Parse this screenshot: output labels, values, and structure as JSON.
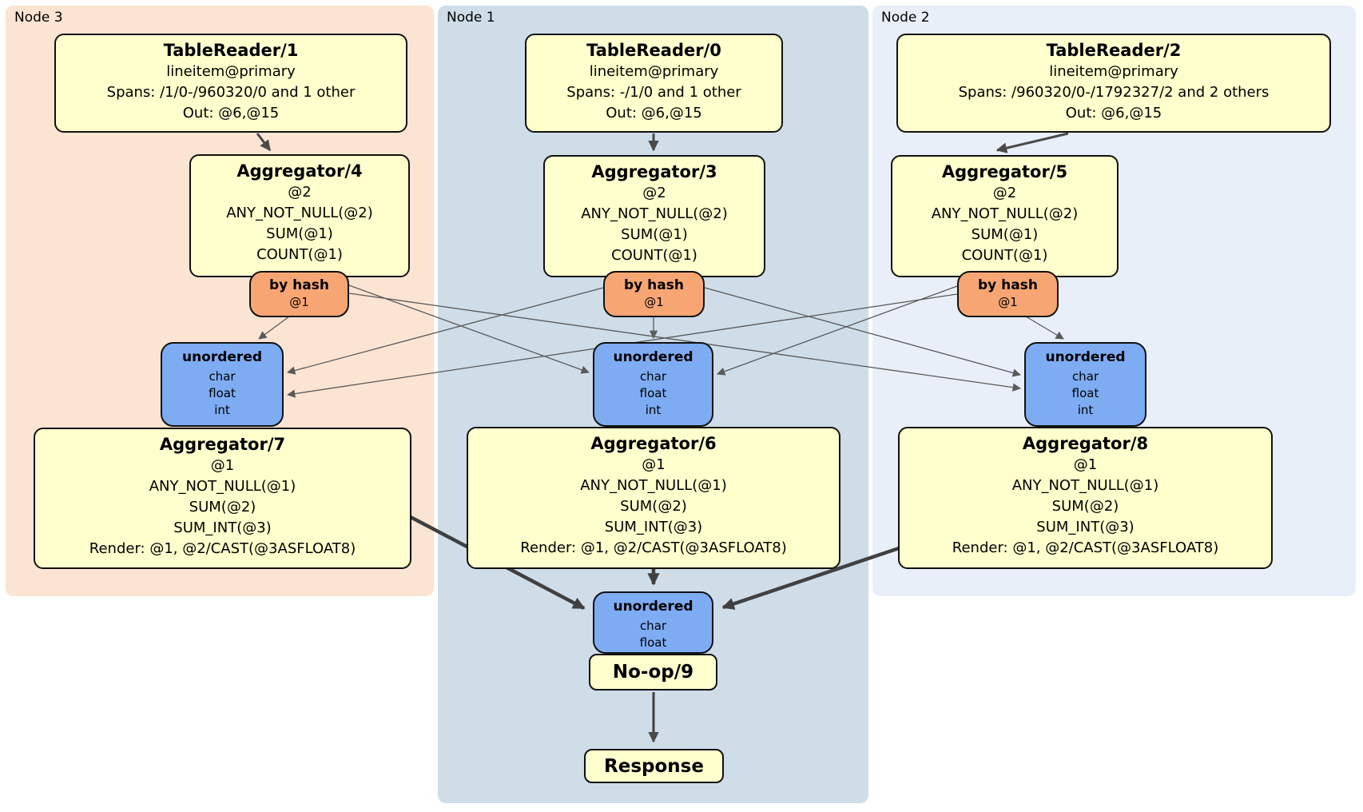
{
  "palette": {
    "node3_bg": "#fce4d3",
    "node1_bg": "#cedde8",
    "node2_bg": "#e9eff8",
    "processor_bg": "#ffffcd",
    "router_bg": "#f7a673",
    "sync_bg": "#7eacf3",
    "box_border": "#111111",
    "edge_thin": "#5a5a5a",
    "edge_thick": "#404040"
  },
  "panels": {
    "node3": {
      "label": "Node 3"
    },
    "node1": {
      "label": "Node 1"
    },
    "node2": {
      "label": "Node 2"
    }
  },
  "boxes": {
    "tr1": {
      "title": "TableReader/1",
      "lines": [
        "lineitem@primary",
        "Spans: /1/0-/960320/0 and 1 other",
        "Out: @6,@15"
      ]
    },
    "tr0": {
      "title": "TableReader/0",
      "lines": [
        "lineitem@primary",
        "Spans: -/1/0 and 1 other",
        "Out: @6,@15"
      ]
    },
    "tr2": {
      "title": "TableReader/2",
      "lines": [
        "lineitem@primary",
        "Spans: /960320/0-/1792327/2 and 2 others",
        "Out: @6,@15"
      ]
    },
    "agg4": {
      "title": "Aggregator/4",
      "lines": [
        "@2",
        "ANY_NOT_NULL(@2)",
        "SUM(@1)",
        "COUNT(@1)"
      ]
    },
    "agg3": {
      "title": "Aggregator/3",
      "lines": [
        "@2",
        "ANY_NOT_NULL(@2)",
        "SUM(@1)",
        "COUNT(@1)"
      ]
    },
    "agg5": {
      "title": "Aggregator/5",
      "lines": [
        "@2",
        "ANY_NOT_NULL(@2)",
        "SUM(@1)",
        "COUNT(@1)"
      ]
    },
    "agg7": {
      "title": "Aggregator/7",
      "lines": [
        "@1",
        "ANY_NOT_NULL(@1)",
        "SUM(@2)",
        "SUM_INT(@3)",
        "Render: @1, @2/CAST(@3ASFLOAT8)"
      ]
    },
    "agg6": {
      "title": "Aggregator/6",
      "lines": [
        "@1",
        "ANY_NOT_NULL(@1)",
        "SUM(@2)",
        "SUM_INT(@3)",
        "Render: @1, @2/CAST(@3ASFLOAT8)"
      ]
    },
    "agg8": {
      "title": "Aggregator/8",
      "lines": [
        "@1",
        "ANY_NOT_NULL(@1)",
        "SUM(@2)",
        "SUM_INT(@3)",
        "Render: @1, @2/CAST(@3ASFLOAT8)"
      ]
    },
    "noop": {
      "title": "No-op/9"
    },
    "response": {
      "title": "Response"
    }
  },
  "routers": {
    "hash3": {
      "title": "by hash",
      "lines": [
        "@1"
      ]
    },
    "hash1": {
      "title": "by hash",
      "lines": [
        "@1"
      ]
    },
    "hash2": {
      "title": "by hash",
      "lines": [
        "@1"
      ]
    }
  },
  "syncs": {
    "un3": {
      "title": "unordered",
      "lines": [
        "char",
        "float",
        "int"
      ]
    },
    "un1": {
      "title": "unordered",
      "lines": [
        "char",
        "float",
        "int"
      ]
    },
    "un2": {
      "title": "unordered",
      "lines": [
        "char",
        "float",
        "int"
      ]
    },
    "unb": {
      "title": "unordered",
      "lines": [
        "char",
        "float"
      ]
    }
  }
}
